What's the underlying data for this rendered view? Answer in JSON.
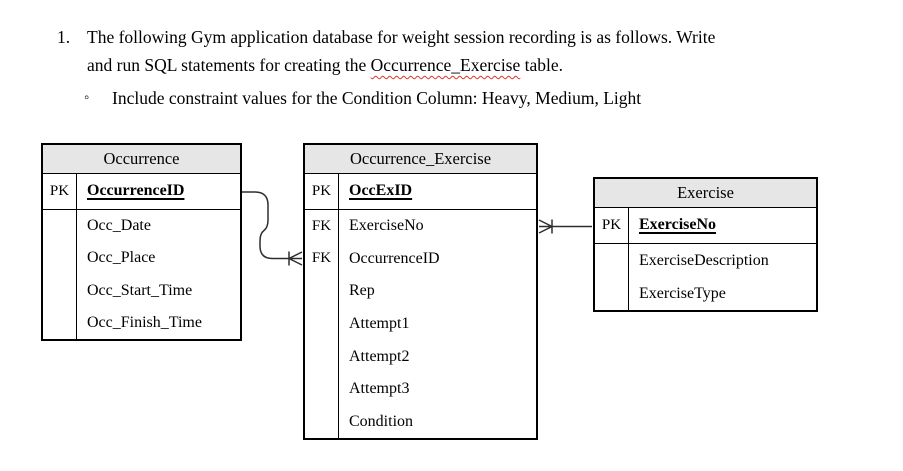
{
  "page": {
    "background": "#ffffff"
  },
  "question": {
    "number": "1.",
    "line1": "The following Gym application database for weight session recording is as follows. Write",
    "line2_prefix": "and run SQL statements for creating the ",
    "line2_misspelled": "Occurrence_Exercise",
    "line2_suffix": " table.",
    "bullet_glyph": "◦",
    "bullet_text": "Include constraint values for the Condition Column: Heavy, Medium, Light"
  },
  "diagram": {
    "tables": [
      {
        "title": "Occurrence",
        "pk": {
          "key": "PK",
          "field": "OccurrenceID"
        },
        "rows": [
          {
            "key": "",
            "field": "Occ_Date"
          },
          {
            "key": "",
            "field": "Occ_Place"
          },
          {
            "key": "",
            "field": "Occ_Start_Time"
          },
          {
            "key": "",
            "field": "Occ_Finish_Time"
          }
        ]
      },
      {
        "title": "Occurrence_Exercise",
        "pk": {
          "key": "PK",
          "field": "OccExID"
        },
        "rows": [
          {
            "key": "FK",
            "field": "ExerciseNo"
          },
          {
            "key": "FK",
            "field": "OccurrenceID"
          },
          {
            "key": "",
            "field": "Rep"
          },
          {
            "key": "",
            "field": "Attempt1"
          },
          {
            "key": "",
            "field": "Attempt2"
          },
          {
            "key": "",
            "field": "Attempt3"
          },
          {
            "key": "",
            "field": "Condition"
          }
        ]
      },
      {
        "title": "Exercise",
        "pk": {
          "key": "PK",
          "field": "ExerciseNo"
        },
        "rows": [
          {
            "key": "",
            "field": "ExerciseDescription"
          },
          {
            "key": "",
            "field": "ExerciseType"
          }
        ]
      }
    ],
    "relationships": [
      {
        "from": "Occurrence.OccurrenceID",
        "to": "Occurrence_Exercise.OccurrenceID",
        "many_end": "Occurrence_Exercise"
      },
      {
        "from": "Exercise.ExerciseNo",
        "to": "Occurrence_Exercise.ExerciseNo",
        "many_end": "Occurrence_Exercise"
      }
    ],
    "colors": {
      "header_bg": "#e6e6e6",
      "border": "#000000",
      "connector": "#2e2e2e",
      "spellcheck_squiggle": "#d9352a"
    }
  }
}
